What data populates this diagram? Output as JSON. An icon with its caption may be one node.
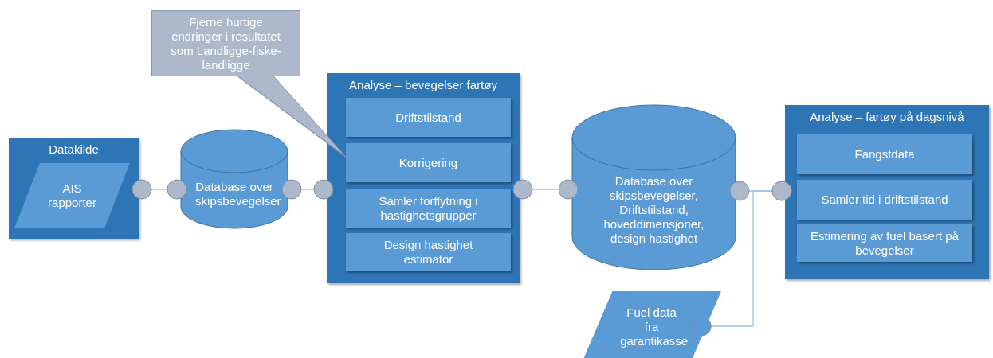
{
  "diagram": {
    "nodes": [
      {
        "text": [
          "Datakilde"
        ]
      },
      {
        "text": [
          "AIS rapporter"
        ],
        "in": 0
      },
      {
        "text": [
          "Database over skipsbevegelser"
        ]
      },
      {
        "text": [
          "Analyse – bevegelser fartøy"
        ]
      },
      {
        "text": [
          "Driftstilstand"
        ],
        "in": 3
      },
      {
        "text": [
          "Korrigering"
        ],
        "in": 3
      },
      {
        "text": [
          "Samler forflytning i hastighetsgrupper"
        ],
        "in": 3
      },
      {
        "text": [
          "Design hastighet estimator"
        ],
        "in": 3
      },
      {
        "text": [
          "Fjerne hurtige endringer i resultatet som Landligge-fiske-landligge"
        ]
      },
      {
        "text": [
          "Database over skipsbevegelser, Driftstilstand, hoveddimensjoner, design hastighet"
        ]
      },
      {
        "text": [
          "Analyse – fartøy på dagsnivå"
        ]
      },
      {
        "text": [
          "Fangstdata"
        ],
        "in": 10
      },
      {
        "text": [
          "Samler tid i driftstilstand"
        ],
        "in": 10
      },
      {
        "text": [
          "Estimering av fuel basert på bevegelser"
        ],
        "in": 10
      },
      {
        "text": [
          "Fuel data fra garantikasse"
        ]
      }
    ],
    "edges": [
      {
        "from": 0,
        "to": 2,
        "arrow": "none"
      },
      {
        "from": 2,
        "to": 3,
        "arrow": "none"
      },
      {
        "from": 8,
        "to": 5,
        "arrow": "none"
      },
      {
        "from": 3,
        "to": 9,
        "arrow": "none"
      },
      {
        "from": 9,
        "to": 10,
        "arrow": "none"
      },
      {
        "from": 14,
        "to": 10,
        "arrow": "none"
      }
    ]
  }
}
